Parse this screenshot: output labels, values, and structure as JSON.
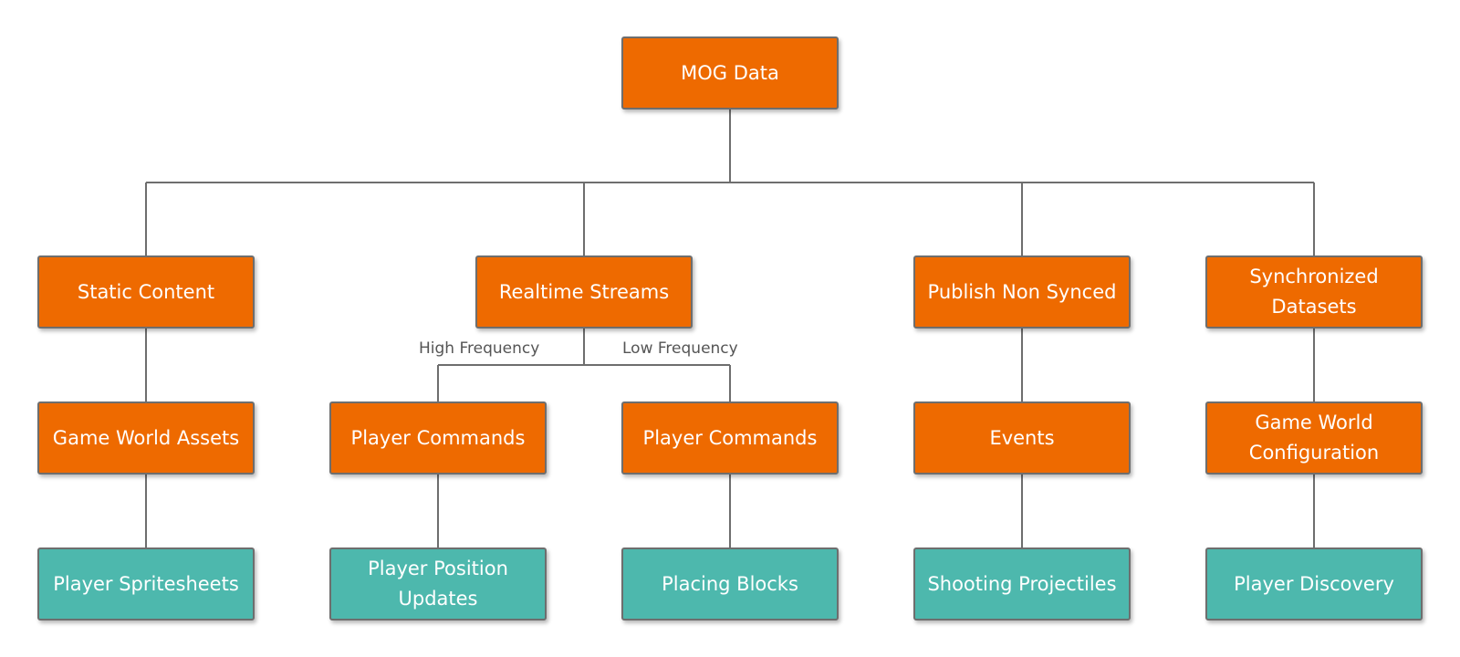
{
  "colors": {
    "category": "#ee6a00",
    "example": "#4db8ad",
    "connector": "#6e6e6e"
  },
  "root": {
    "label": "MOG Data"
  },
  "categories": [
    {
      "label": "Static Content"
    },
    {
      "label": "Realtime Streams"
    },
    {
      "label": "Publish Non Synced"
    },
    {
      "label": "Synchronized Datasets"
    }
  ],
  "stream_labels": {
    "high": "High Frequency",
    "low": "Low Frequency"
  },
  "types": [
    {
      "label": "Game World Assets"
    },
    {
      "label": "Player Commands"
    },
    {
      "label": "Player Commands"
    },
    {
      "label": "Events"
    },
    {
      "label": "Game World Configuration"
    }
  ],
  "examples": [
    {
      "label": "Player Spritesheets"
    },
    {
      "label": "Player Position Updates"
    },
    {
      "label": "Placing Blocks"
    },
    {
      "label": "Shooting Projectiles"
    },
    {
      "label": "Player Discovery"
    }
  ]
}
